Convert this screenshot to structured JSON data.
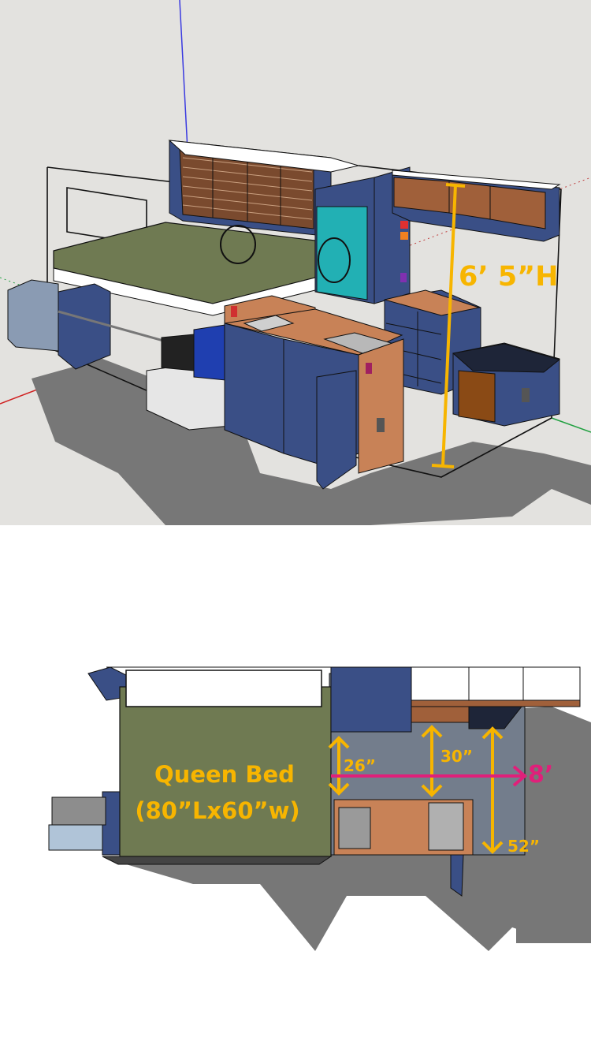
{
  "top_view": {
    "height_label": "6’ 5”H"
  },
  "floor_plan": {
    "bed_title": "Queen Bed",
    "bed_size": "(80”Lx60”w)",
    "dim_aisle": "26”",
    "dim_galley": "30”",
    "dim_rear": "52”",
    "dim_width": "8’"
  },
  "colors": {
    "cabinet_blue": "#3a4f86",
    "bed_green": "#6f7a52",
    "counter_copper": "#c88257",
    "teal_panel": "#22b0b4",
    "dimension_yellow": "#f7b500",
    "dimension_magenta": "#e0207a",
    "ground_gray": "#e3e2df",
    "shadow_gray": "#777777"
  }
}
